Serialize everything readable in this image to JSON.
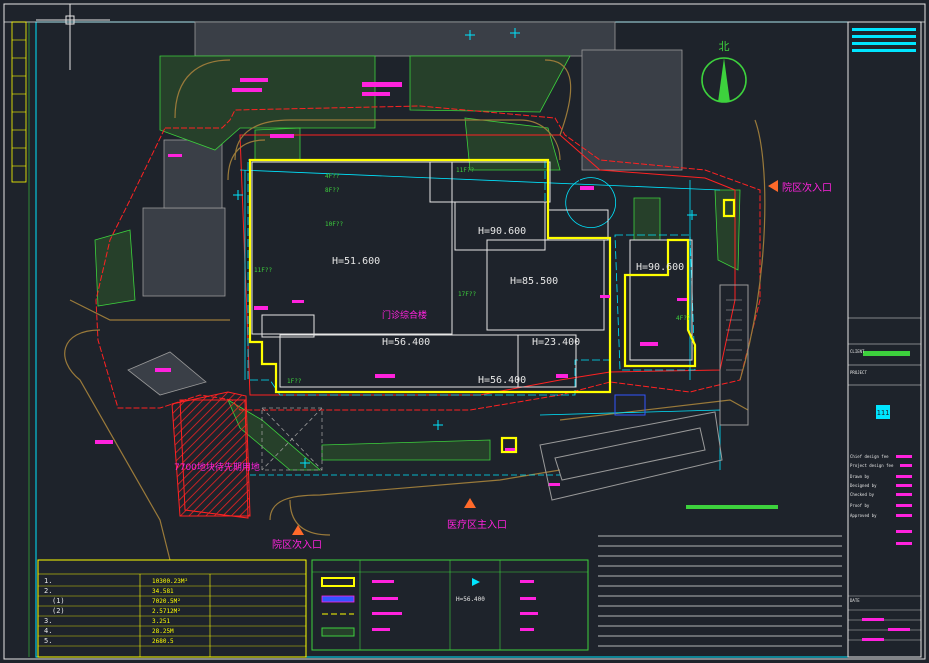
{
  "colors": {
    "background": "#1e232b",
    "cyan": "#00e5ff",
    "magenta": "#ff22dd",
    "yellow": "#ffff00",
    "green": "#3dd13d",
    "red": "#ff2222",
    "orange": "#ff6a2a",
    "white": "#e6e6e6",
    "grey": "#9a9a9a",
    "brown": "#9a7a3a"
  },
  "north_label": "北",
  "heights": [
    "H=51.600",
    "H=90.600",
    "H=85.500",
    "H=90.600",
    "H=56.400",
    "H=23.400",
    "H=56.400"
  ],
  "floors": [
    "4F??",
    "8F??",
    "10F??",
    "11F??",
    "11F??",
    "17F??",
    "1F??",
    "4F??"
  ],
  "building_name": "门诊综合楼",
  "plot_label": "7700地块待先期用地",
  "entrances": {
    "east": "院区次入口",
    "southwest": "院区次入口",
    "south": "医疗区主入口"
  },
  "legend": {
    "rows": [
      {
        "num": "1.",
        "value": "10300.23M²"
      },
      {
        "num": "2.",
        "value": "34.581"
      },
      {
        "num": "(1)",
        "value": "7020.5M²"
      },
      {
        "num": "(2)",
        "value": "2.5712M²"
      },
      {
        "num": "3.",
        "value": "3.251"
      },
      {
        "num": "4.",
        "value": "28.25M"
      },
      {
        "num": "5.",
        "value": "2680.5"
      }
    ],
    "extra": "H=56.400"
  },
  "title_block": {
    "logo": "111",
    "labels": [
      "Chief design fee",
      "Project design fee",
      "Drawn by",
      "Designed by",
      "Checked by",
      "Proof by",
      "Approved by"
    ],
    "client": "CLIENT",
    "project": "PROJECT",
    "sub_label": "DATE"
  }
}
